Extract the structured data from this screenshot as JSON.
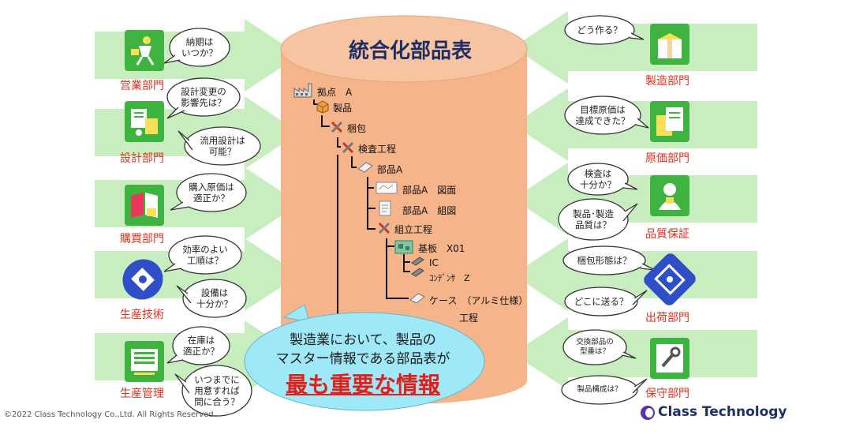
{
  "title": "統合化部品表",
  "departments": {
    "sales": {
      "label": "営業部門",
      "bubbles": [
        "納期は\nいつか？"
      ]
    },
    "design": {
      "label": "設計部門",
      "bubbles": [
        "設計変更の\n影響先は？",
        "流用設計は\n可能？"
      ]
    },
    "purchasing": {
      "label": "購買部門",
      "bubbles": [
        "購入原価は\n適正か？"
      ]
    },
    "production_engineering": {
      "label": "生産技術",
      "bubbles": [
        "効率のよい\n工順は？",
        "設備は\n十分か？"
      ]
    },
    "production_control": {
      "label": "生産管理",
      "bubbles": [
        "在庫は\n適正か？",
        "いつまでに\n用意すれば\n間に合う？"
      ]
    },
    "manufacturing": {
      "label": "製造部門",
      "bubbles": [
        "どう作る？"
      ]
    },
    "cost": {
      "label": "原価部門",
      "bubbles": [
        "目標原価は\n達成できた？"
      ]
    },
    "quality": {
      "label": "品質保証",
      "bubbles": [
        "検査は\n十分か？",
        "製品･製造\n品質は？"
      ]
    },
    "shipping": {
      "label": "出荷部門",
      "bubbles": [
        "梱包形態は？",
        "どこに送る？"
      ]
    },
    "maintenance": {
      "label": "保守部門",
      "bubbles": [
        "交換部品の\n型番は？",
        "製品構成は？"
      ]
    }
  },
  "tree": [
    {
      "label": "拠点　A",
      "icon": "factory-icon"
    },
    {
      "label": "製品",
      "icon": "box-icon"
    },
    {
      "label": "梱包",
      "icon": "tools-icon"
    },
    {
      "label": "検査工程",
      "icon": "tools-icon"
    },
    {
      "label": "部品A",
      "icon": "part-icon"
    },
    {
      "label": "部品A　図面",
      "icon": "drawing-icon"
    },
    {
      "label": "部品A　組図",
      "icon": "document-icon"
    },
    {
      "label": "組立工程",
      "icon": "tools-icon"
    },
    {
      "label": "基板　X01",
      "icon": "board-icon"
    },
    {
      "label": "IC",
      "icon": "chip-icon"
    },
    {
      "label": "ｺﾝﾃﾞﾝｻ　Z",
      "icon": "chip-icon"
    },
    {
      "label": "ケース　（アルミ仕様）",
      "icon": "part-icon"
    },
    {
      "label": "工程",
      "icon": ""
    }
  ],
  "callout": {
    "line1": "製造業において、製品の",
    "line2": "マスター情報である部品表が",
    "emphasis": "最も重要な情報"
  },
  "footer": {
    "copyright": "©2022 Class Technology Co.,Ltd. All Rights Reserved.",
    "brand": "Class Technology"
  },
  "colors": {
    "arrow": "#c8eec0",
    "cylinder": "#f5b48a",
    "callout": "#9fe8f8",
    "label_red": "#e0301e",
    "icon_green": "#3fb33f",
    "icon_blue": "#2e4fc7",
    "title_navy": "#1f2f66"
  }
}
